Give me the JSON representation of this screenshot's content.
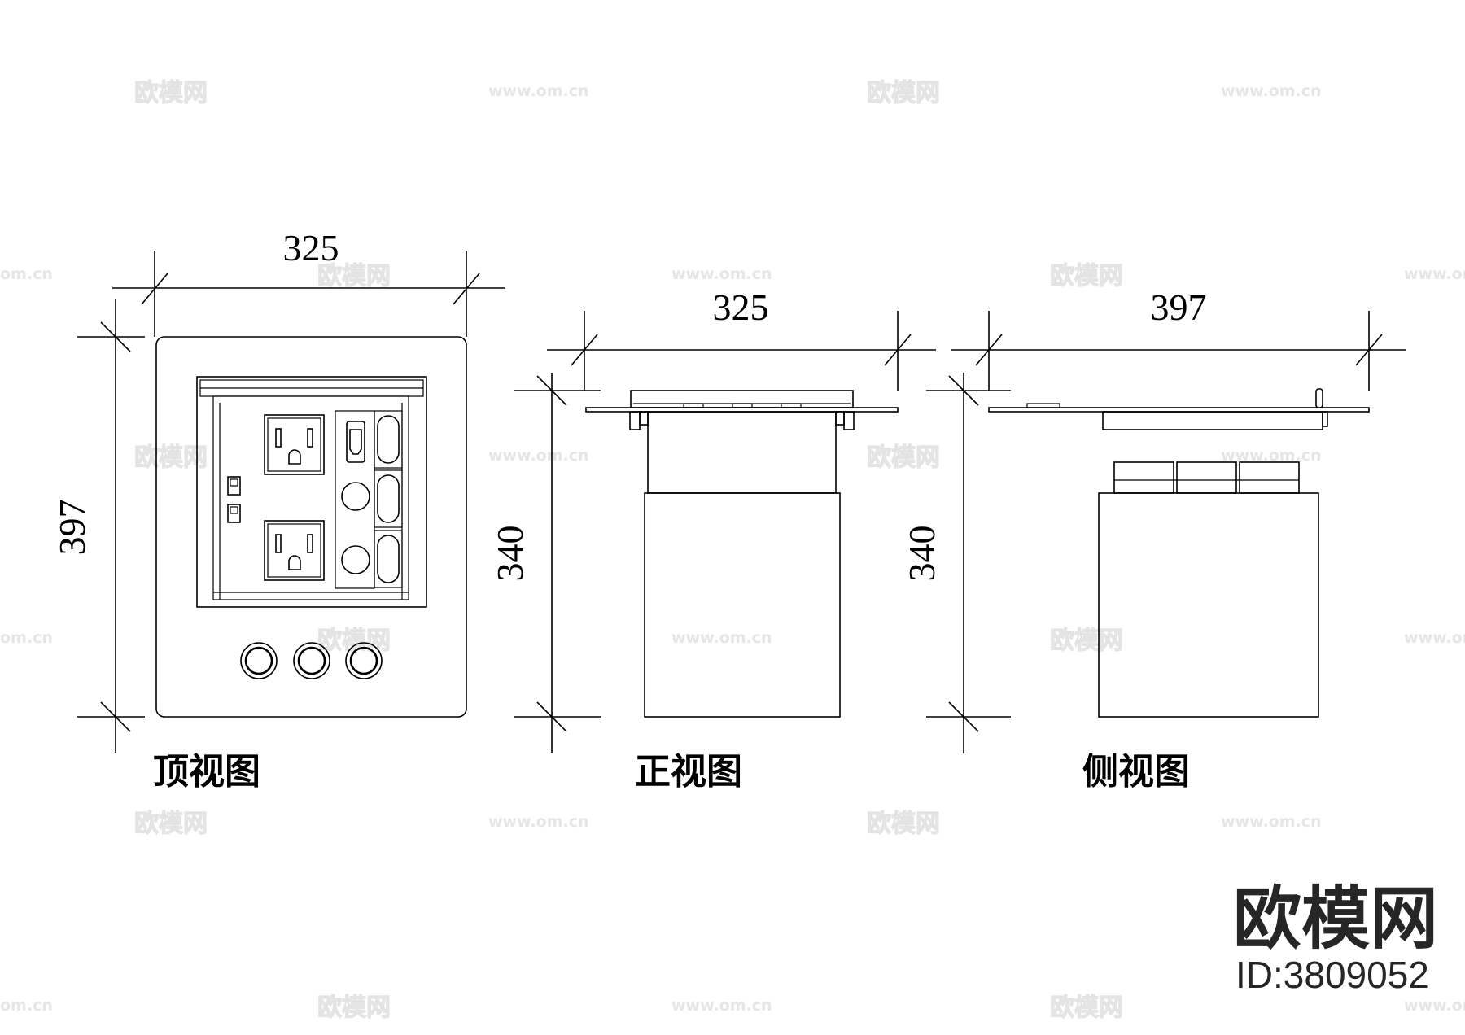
{
  "watermarks": {
    "brand_text": "欧模网",
    "url_text": "www.om.cn",
    "url_edge_text": "om.cn"
  },
  "top_view": {
    "title": "顶视图",
    "width_dim": "325",
    "height_dim": "397"
  },
  "front_view": {
    "title": "正视图",
    "width_dim": "325",
    "height_dim": "340"
  },
  "side_view": {
    "title": "侧视图",
    "width_dim": "397",
    "height_dim": "340"
  },
  "brand": {
    "name": "欧模网",
    "id_label": "ID:3809052"
  }
}
